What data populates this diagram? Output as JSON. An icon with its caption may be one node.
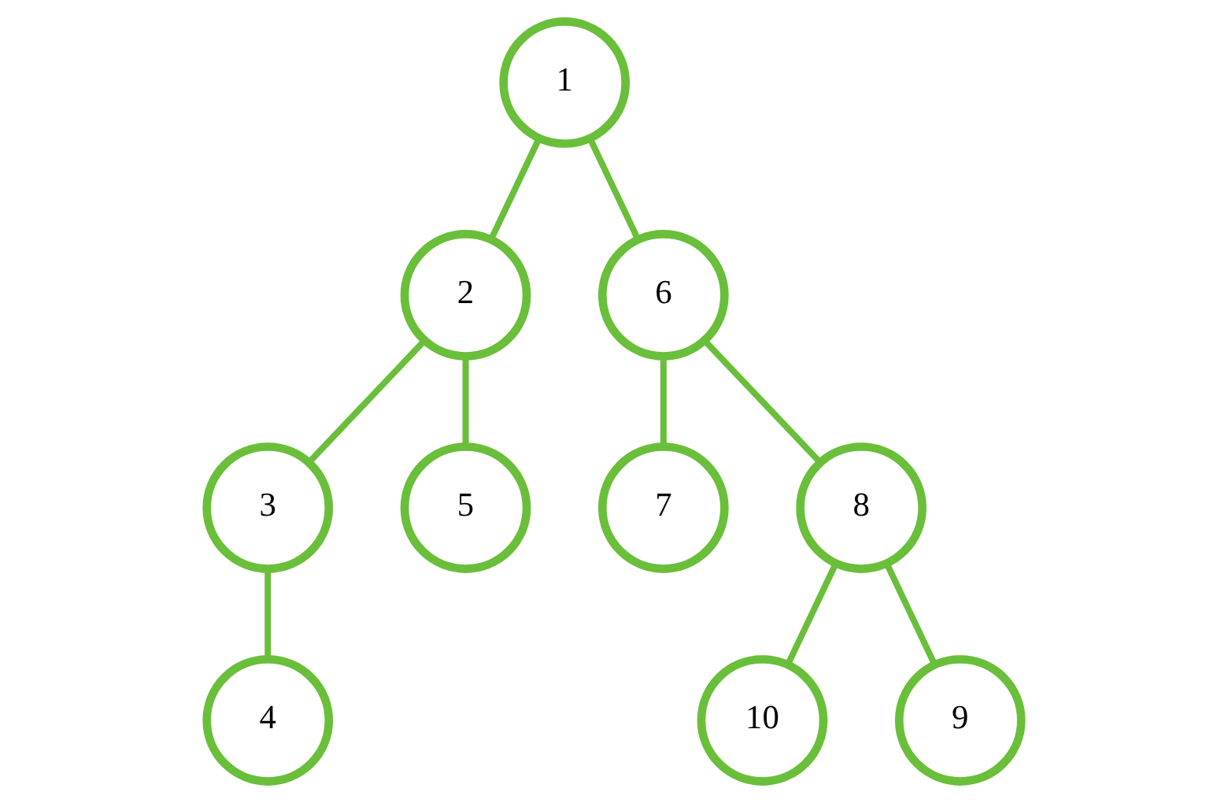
{
  "diagram": {
    "nodes": [
      {
        "text": [
          "1"
        ]
      },
      {
        "text": [
          "2"
        ]
      },
      {
        "text": [
          "6"
        ]
      },
      {
        "text": [
          "3"
        ]
      },
      {
        "text": [
          "5"
        ]
      },
      {
        "text": [
          "7"
        ]
      },
      {
        "text": [
          "8"
        ]
      },
      {
        "text": [
          "4"
        ]
      },
      {
        "text": [
          "10"
        ]
      },
      {
        "text": [
          "9"
        ]
      }
    ],
    "edges": [
      {
        "from": 0,
        "to": 1,
        "arrow": "none"
      },
      {
        "from": 0,
        "to": 2,
        "arrow": "none"
      },
      {
        "from": 1,
        "to": 3,
        "arrow": "none"
      },
      {
        "from": 1,
        "to": 4,
        "arrow": "none"
      },
      {
        "from": 2,
        "to": 5,
        "arrow": "none"
      },
      {
        "from": 2,
        "to": 6,
        "arrow": "none"
      },
      {
        "from": 3,
        "to": 7,
        "arrow": "none"
      },
      {
        "from": 6,
        "to": 8,
        "arrow": "none"
      },
      {
        "from": 6,
        "to": 9,
        "arrow": "none"
      }
    ]
  }
}
